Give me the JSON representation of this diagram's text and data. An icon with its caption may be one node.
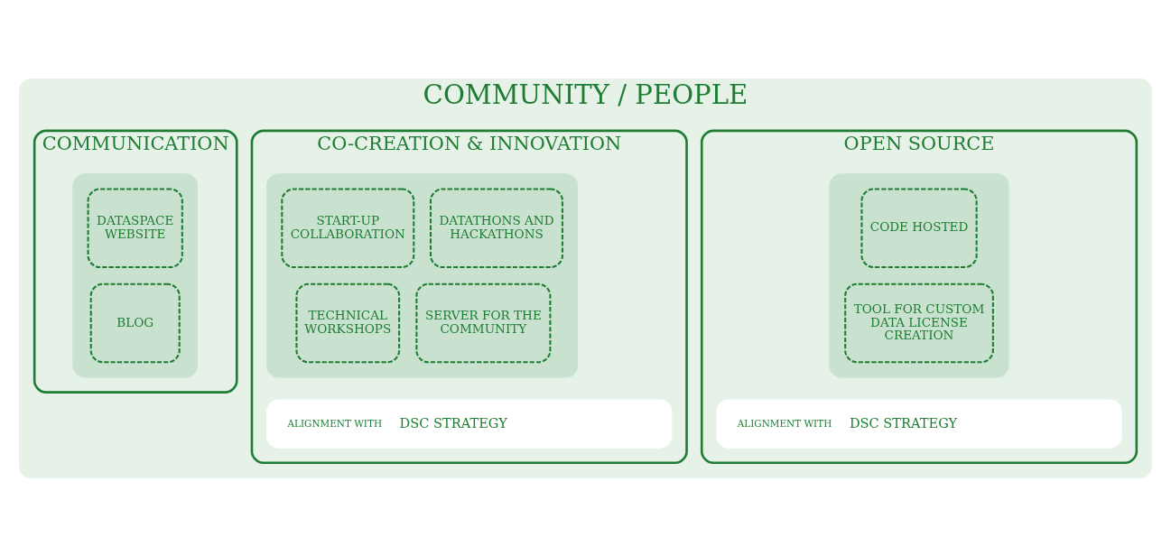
{
  "diagram": {
    "nodes": [
      {
        "text": [
          "COMMUNITY / PEOPLE"
        ]
      },
      {
        "text": [
          "OPEN SOURCE"
        ],
        "in": 0
      },
      {
        "text": [],
        "shape": "box",
        "in": 1
      },
      {
        "text": [
          "CODE HOSTED"
        ],
        "in": 2
      },
      {
        "text": [
          "TOOL FOR CUSTOM DATA LICENSE CREATION"
        ],
        "in": 2
      },
      {
        "text": [
          "ALIGNMENT WITH",
          "DSC STRATEGY"
        ],
        "in": 1
      },
      {
        "text": [
          "CO-CREATION & INNOVATION"
        ],
        "in": 0
      },
      {
        "text": [],
        "shape": "box",
        "in": 6
      },
      {
        "text": [
          "START-UP COLLABORATION"
        ],
        "in": 7
      },
      {
        "text": [
          "DATATHONS AND HACKATHONS"
        ],
        "in": 7
      },
      {
        "text": [
          "TECHNICAL WORKSHOPS"
        ],
        "in": 7
      },
      {
        "text": [
          "SERVER FOR THE COMMUNITY"
        ],
        "in": 7
      },
      {
        "text": [
          "ALIGNMENT WITH",
          "DSC STRATEGY"
        ],
        "in": 6
      },
      {
        "text": [
          "COMMUNICATION"
        ],
        "in": 0
      },
      {
        "text": [],
        "shape": "box",
        "in": 13
      },
      {
        "text": [
          "DATASPACE WEBSITE"
        ],
        "in": 14
      },
      {
        "text": [
          "BLOG"
        ],
        "in": 14
      }
    ],
    "edges": []
  }
}
